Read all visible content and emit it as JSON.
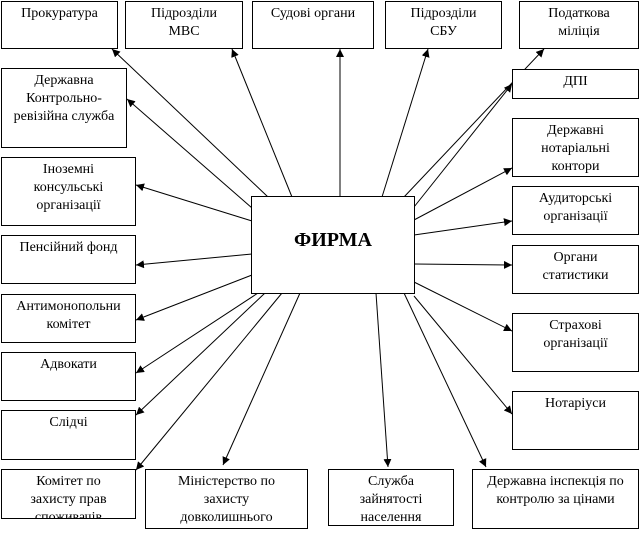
{
  "center": {
    "label": "ФИРМА"
  },
  "nodes": {
    "prokuratura": "Прокуратура",
    "mvs": "Підрозділи\nМВС",
    "sudovi": "Судові органи",
    "sbu": "Підрозділи\nСБУ",
    "podatkova": "Податкова\nміліція",
    "krs": "Державна\nКонтрольно-\nревізійна служба",
    "dpi": "ДПІ",
    "notarialni": "Державні\nнотаріальні\nконтори",
    "konsulski": "Іноземні\nконсульські\nорганізації",
    "audytorski": "Аудиторські\nорганізації",
    "pensiynyi": "Пенсійний фонд",
    "statystyka": "Органи\nстатистики",
    "antymonopolnyi": "Антимонопольни\nкомітет",
    "strakhovi": "Страхові\nорганізації",
    "advokaty": "Адвокати",
    "notariusy": "Нотаріуси",
    "slidchi": "Слідчі",
    "spozhyvachi": "Комітет по\nзахисту прав\nспоживачів",
    "ministerstvo": "Міністерство по\nзахисту\nдовколишнього\nсередовища",
    "zainiatist": "Служба\nзайнятості\nнаселення",
    "tsiny": "Державна інспекція по\nконтролю за цінами"
  }
}
